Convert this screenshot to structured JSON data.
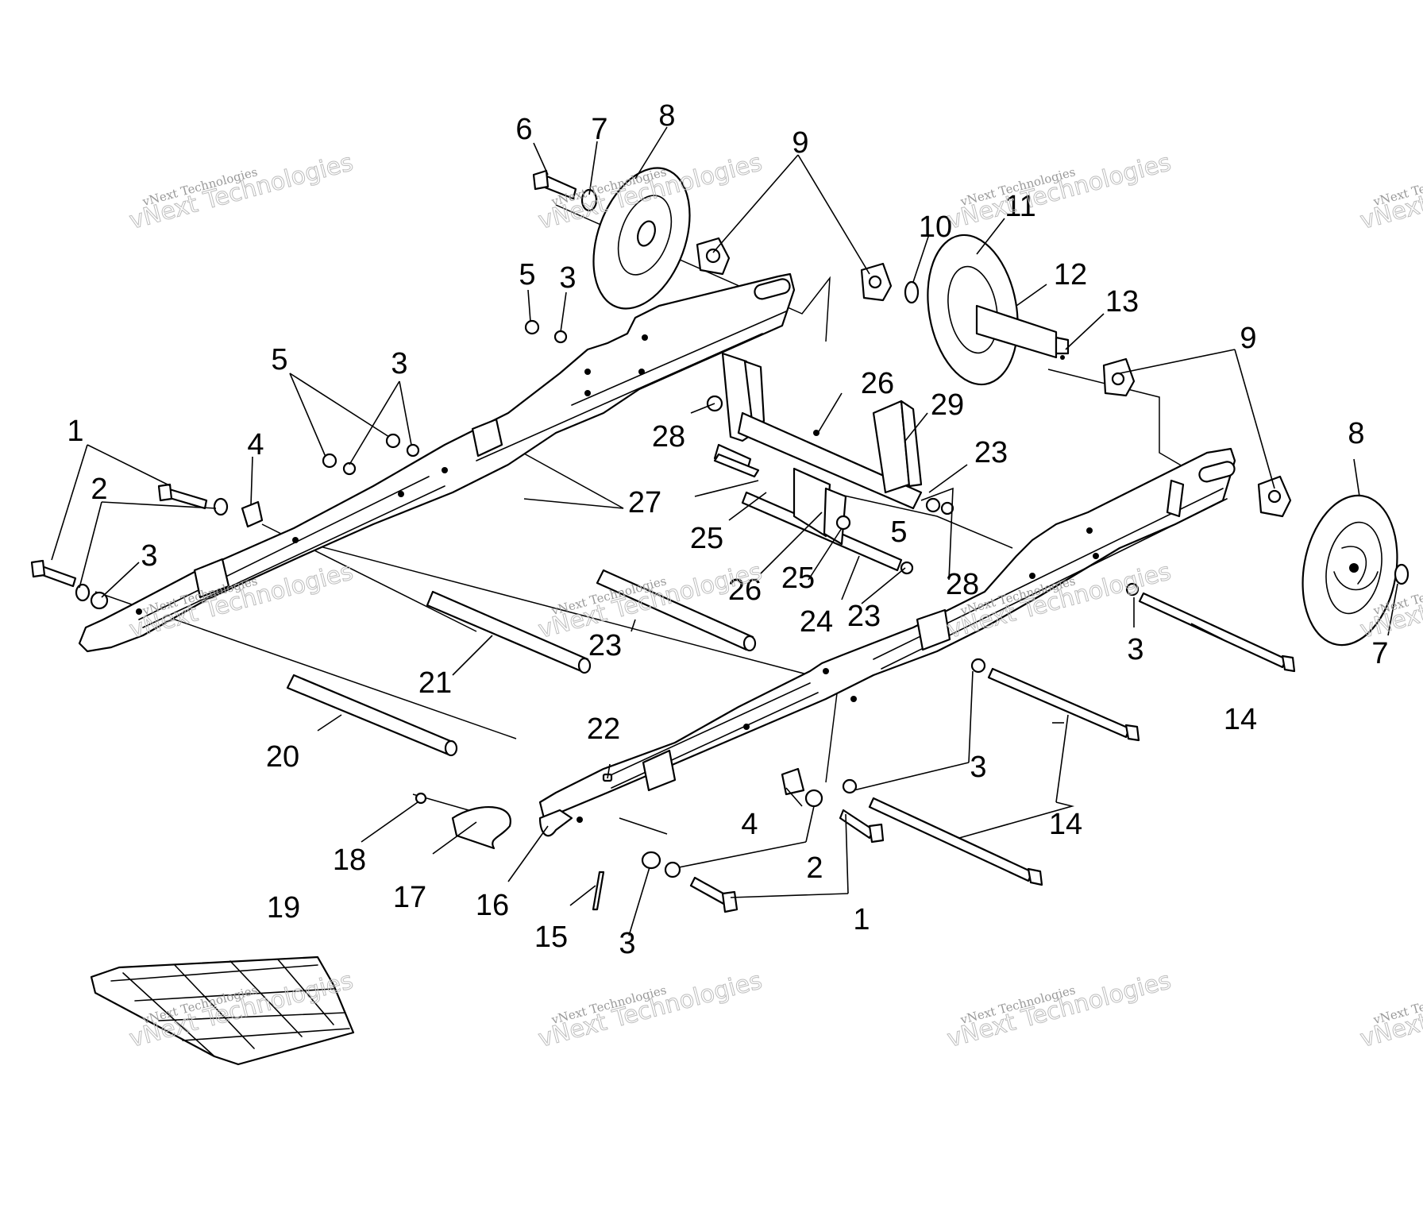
{
  "labels": {
    "l1a": "1",
    "l1b": "1",
    "l2a": "2",
    "l2b": "2",
    "l3a": "3",
    "l3b": "3",
    "l3c": "3",
    "l3d": "3",
    "l3e": "3",
    "l3f": "3",
    "l4a": "4",
    "l4b": "4",
    "l5a": "5",
    "l5b": "5",
    "l5c": "5",
    "l6": "6",
    "l7a": "7",
    "l7b": "7",
    "l8a": "8",
    "l8b": "8",
    "l9a": "9",
    "l9b": "9",
    "l10": "10",
    "l11": "11",
    "l12": "12",
    "l13": "13",
    "l14a": "14",
    "l14b": "14",
    "l15": "15",
    "l16": "16",
    "l17": "17",
    "l18": "18",
    "l19": "19",
    "l20": "20",
    "l21": "21",
    "l22": "22",
    "l23a": "23",
    "l23b": "23",
    "l23c": "23",
    "l24": "24",
    "l25a": "25",
    "l25b": "25",
    "l26a": "26",
    "l26b": "26",
    "l27": "27",
    "l28a": "28",
    "l28b": "28",
    "l29": "29"
  },
  "watermark": {
    "line1": "vNext Technologies",
    "line2": "vNext Technologies"
  }
}
